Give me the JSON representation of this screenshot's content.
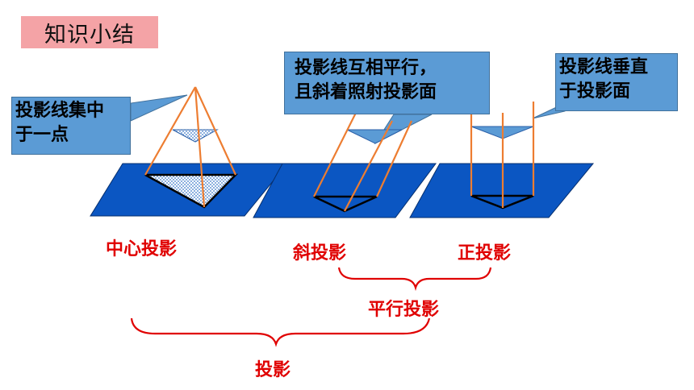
{
  "title": "知识小结",
  "callouts": {
    "central": [
      "投影线集中",
      "于一点"
    ],
    "oblique": [
      "投影线互相平行，",
      "且斜着照射投影面"
    ],
    "orthographic": [
      "投影线垂直",
      "于投影面"
    ]
  },
  "labels": {
    "central": "中心投影",
    "oblique": "斜投影",
    "orthographic": "正投影",
    "parallel": "平行投影",
    "projection": "投影"
  },
  "colors": {
    "title_bg": "#f4a3a6",
    "callout_bg": "#5b9bd5",
    "plane": "#0b56c2",
    "ray": "#ed7d31",
    "label": "#e00000"
  }
}
